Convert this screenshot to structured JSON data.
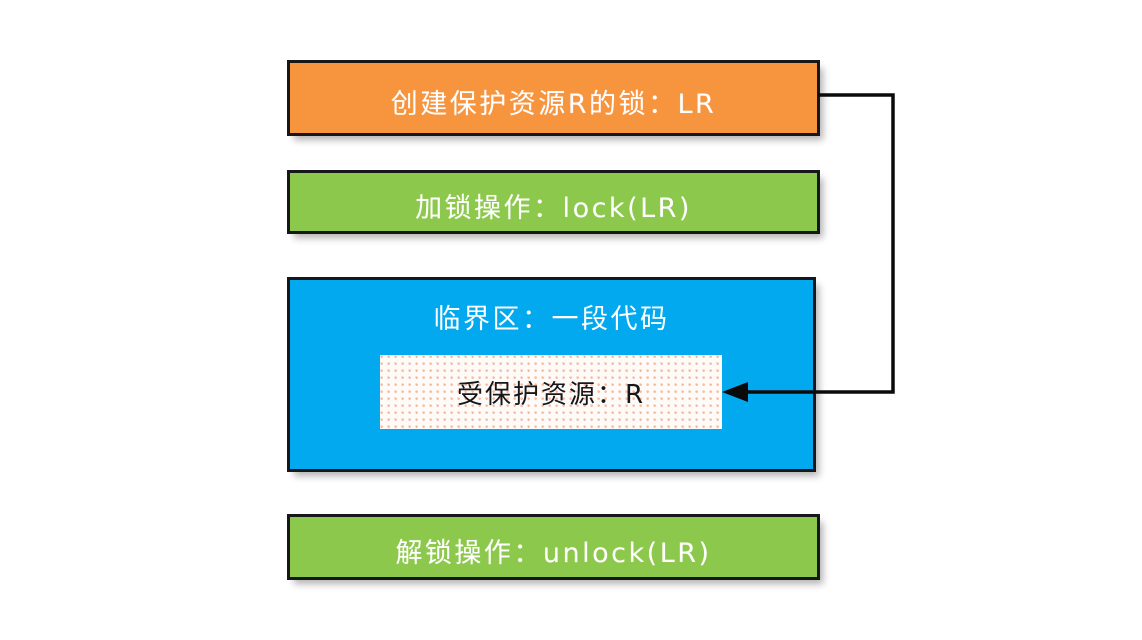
{
  "diagram": {
    "title": "lock-critical-section-diagram",
    "background_color": "#ffffff",
    "blocks": [
      {
        "id": "create-lock",
        "label": "创建保护资源R的锁：LR",
        "fill": "#F7943E",
        "text_color": "#ffffff",
        "border_color": "#17171a"
      },
      {
        "id": "lock-op",
        "label": "加锁操作：lock(LR)",
        "fill": "#8CC84B",
        "text_color": "#ffffff",
        "border_color": "#17171a"
      },
      {
        "id": "critical-section",
        "label": "临界区：一段代码",
        "fill": "#03A9EF",
        "text_color": "#ffffff",
        "border_color": "#17171a"
      },
      {
        "id": "protected-resource",
        "label": "受保护资源：R",
        "fill": "#fdfaf7",
        "pattern": "orange-dotted",
        "pattern_color": "#f3bda4",
        "text_color": "#17171a"
      },
      {
        "id": "unlock-op",
        "label": "解锁操作：unlock(LR)",
        "fill": "#8CC84B",
        "text_color": "#ffffff",
        "border_color": "#17171a"
      }
    ],
    "connector": {
      "name": "lock-protects-resource-arrow",
      "from": "create-lock",
      "to": "protected-resource",
      "color": "#0a0a0a",
      "style": "elbow-with-arrowhead"
    }
  }
}
